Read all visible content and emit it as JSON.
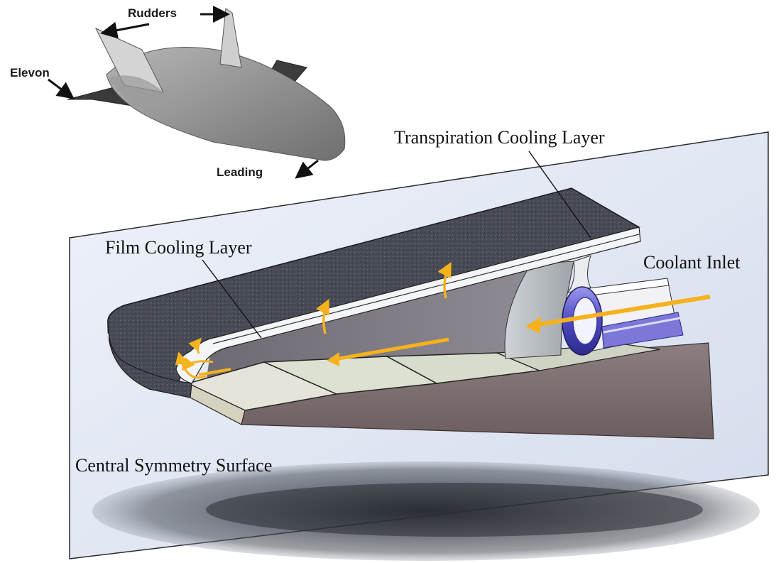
{
  "labels": {
    "rudders": "Rudders",
    "elevon": "Elevon",
    "leading": "Leading",
    "transpiration_cooling_layer": "Transpiration Cooling Layer",
    "film_cooling_layer": "Film Cooling Layer",
    "coolant_inlet": "Coolant Inlet",
    "central_symmetry_surface": "Central Symmetry Surface"
  },
  "colors": {
    "plane_fill": "#dfe6f3",
    "porous_surface": "#4a4d58",
    "flow_arrow": "#f5b21c",
    "inlet_tube": "#5a57c8",
    "lower_wall": "#7a6a6a"
  }
}
